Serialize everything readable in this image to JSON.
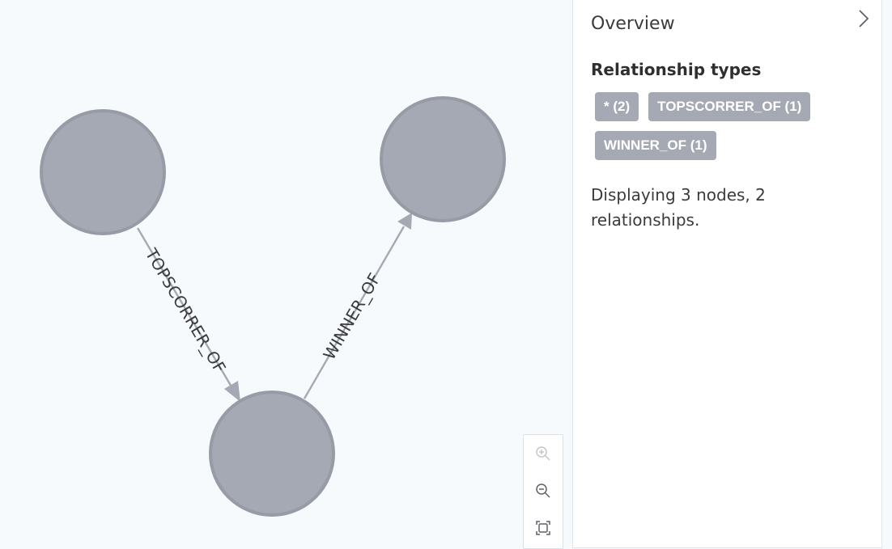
{
  "graph": {
    "nodes": [
      {
        "id": "n1"
      },
      {
        "id": "n2"
      },
      {
        "id": "n3"
      }
    ],
    "relationships": [
      {
        "type": "TOPSCORRER_OF",
        "from": "n1",
        "to": "n3"
      },
      {
        "type": "WINNER_OF",
        "from": "n3",
        "to": "n2"
      }
    ]
  },
  "zoom_controls": {
    "zoom_in": "zoom-in-icon",
    "zoom_out": "zoom-out-icon",
    "fit": "fit-to-screen-icon"
  },
  "overview": {
    "title": "Overview",
    "collapse_icon": "chevron-right-icon",
    "relationship_types_heading": "Relationship types",
    "relationship_types": [
      {
        "label": "* (2)"
      },
      {
        "label": "TOPSCORRER_OF (1)"
      },
      {
        "label": "WINNER_OF (1)"
      }
    ],
    "summary": "Displaying 3 nodes, 2 relationships."
  },
  "colors": {
    "node_fill": "#a5a9b3",
    "node_stroke": "#969ba6",
    "canvas_bg": "#f7fafd",
    "chip_bg": "#a5a9b3"
  }
}
